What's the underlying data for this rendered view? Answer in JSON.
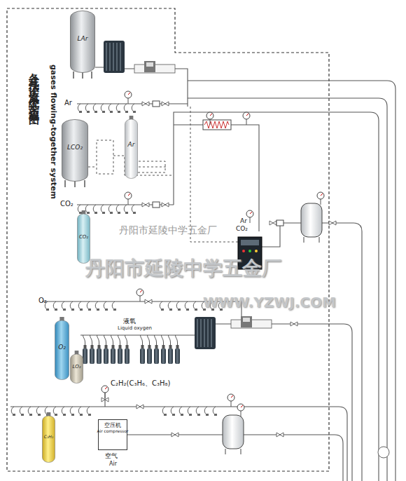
{
  "diagram": {
    "title": "各式气体汇流系统工艺流程图",
    "nodes": [
      {
        "text": [
          "LAr"
        ]
      },
      {
        "text": [
          "Ar"
        ]
      },
      {
        "text": [
          "LCO₂"
        ]
      },
      {
        "text": [
          "CO₂"
        ]
      },
      {
        "text": [
          "O₂"
        ]
      },
      {
        "text": [
          "LO₂"
        ]
      },
      {
        "text": [
          "C₂H₂"
        ]
      },
      {
        "text": [
          "空压机",
          "Air compressor"
        ]
      }
    ],
    "labels": [
      "gases flowing-together system",
      "Ar",
      "CO₂",
      "Ar",
      "CO₂",
      "O₂",
      "液氧",
      "Liquid oxygen",
      "C₂H₂(C₃H₆、C₃H₈)",
      "空气",
      "Air",
      "丹阳市延陵中学五金厂",
      "丹阳市延陵中学五金厂",
      "WWW.YZWJ.COM"
    ]
  }
}
